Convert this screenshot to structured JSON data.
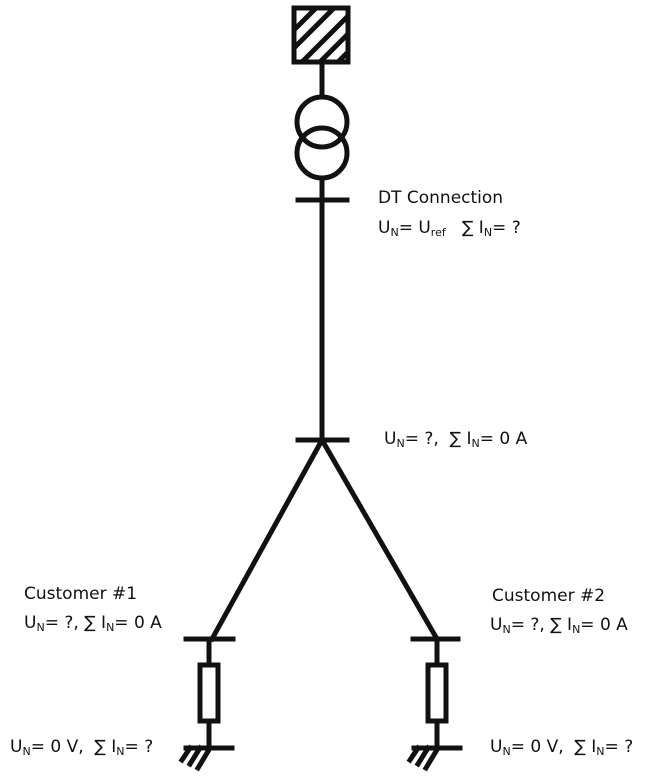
{
  "diagram": {
    "nodes": {
      "dt": {
        "title": "DT Connection",
        "u_sym": "U",
        "u_sub": "N",
        "u_eq": "=",
        "u_val": "U",
        "u_val_sub": "ref",
        "i_sym": "∑ I",
        "i_sub": "N",
        "i_eq": "=",
        "i_val": "?"
      },
      "junction": {
        "u_sym": "U",
        "u_sub": "N",
        "u_eq": "=",
        "u_val": "?,",
        "i_sym": "∑ I",
        "i_sub": "N",
        "i_eq": "=",
        "i_val": "0 A"
      },
      "customer1": {
        "title": "Customer #1",
        "u_sym": "U",
        "u_sub": "N",
        "u_eq": "=",
        "u_val": "?,",
        "i_sym": "∑ I",
        "i_sub": "N",
        "i_eq": "=",
        "i_val": "0 A"
      },
      "customer2": {
        "title": "Customer #2",
        "u_sym": "U",
        "u_sub": "N",
        "u_eq": "=",
        "u_val": "?,",
        "i_sym": "∑ I",
        "i_sub": "N",
        "i_eq": "=",
        "i_val": "0 A"
      },
      "ground1": {
        "u_sym": "U",
        "u_sub": "N",
        "u_eq": "=",
        "u_val": "0 V,",
        "i_sym": "∑ I",
        "i_sub": "N",
        "i_eq": "=",
        "i_val": "?"
      },
      "ground2": {
        "u_sym": "U",
        "u_sub": "N",
        "u_eq": "=",
        "u_val": "0 V,",
        "i_sym": "∑ I",
        "i_sub": "N",
        "i_eq": "=",
        "i_val": "?"
      }
    },
    "edges": [
      {
        "from": "grid-source",
        "to": "transformer"
      },
      {
        "from": "transformer",
        "to": "dt"
      },
      {
        "from": "dt",
        "to": "junction"
      },
      {
        "from": "junction",
        "to": "customer1"
      },
      {
        "from": "junction",
        "to": "customer2"
      },
      {
        "from": "customer1",
        "to": "ground1",
        "via": "resistor"
      },
      {
        "from": "customer2",
        "to": "ground2",
        "via": "resistor"
      }
    ]
  }
}
